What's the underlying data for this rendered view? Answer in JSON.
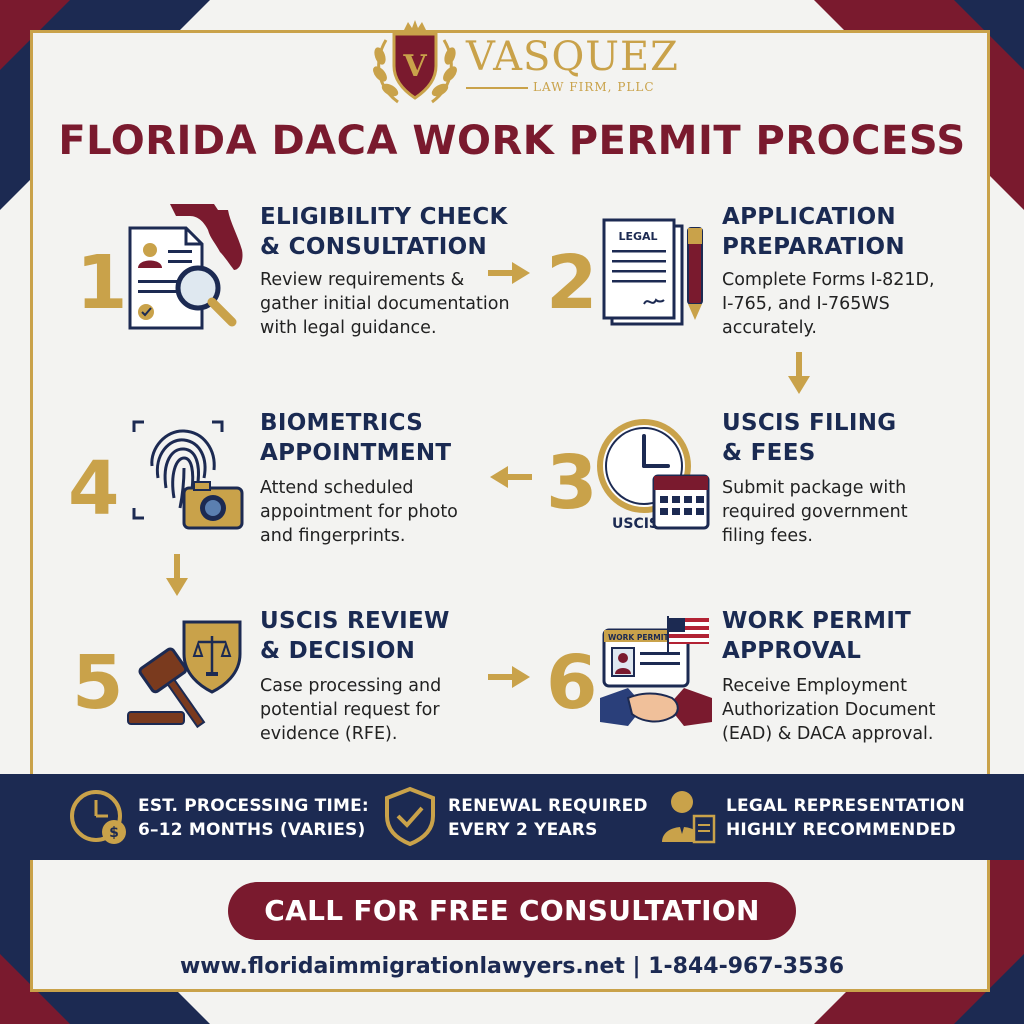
{
  "brand": {
    "name": "VASQUEZ",
    "subtitle": "LAW FIRM, PLLC",
    "logo_letter": "V"
  },
  "title": "FLORIDA DACA WORK PERMIT PROCESS",
  "steps": [
    {
      "number": "1",
      "title": "ELIGIBILITY CHECK\n& CONSULTATION",
      "description": "Review requirements &\ngather initial documentation\nwith legal guidance."
    },
    {
      "number": "2",
      "title": "APPLICATION\nPREPARATION",
      "description": "Complete Forms I-821D,\nI-765, and I-765WS\naccurately.",
      "icon_text": "LEGAL"
    },
    {
      "number": "3",
      "title": "USCIS FILING\n& FEES",
      "description": "Submit package with\nrequired government\nfiling fees.",
      "icon_text": "USCIS"
    },
    {
      "number": "4",
      "title": "BIOMETRICS\nAPPOINTMENT",
      "description": "Attend scheduled\nappointment for photo\nand fingerprints."
    },
    {
      "number": "5",
      "title": "USCIS REVIEW\n& DECISION",
      "description": "Case processing and\npotential request for\nevidence (RFE)."
    },
    {
      "number": "6",
      "title": "WORK PERMIT\nAPPROVAL",
      "description": "Receive Employment\nAuthorization Document\n(EAD) & DACA approval.",
      "icon_text": "WORK PERMIT"
    }
  ],
  "info_band": [
    {
      "text": "EST. PROCESSING TIME:\n6–12 MONTHS (VARIES)",
      "icon": "clock-money-icon"
    },
    {
      "text": "RENEWAL REQUIRED\nEVERY 2 YEARS",
      "icon": "shield-check-icon"
    },
    {
      "text": "LEGAL REPRESENTATION\nHIGHLY RECOMMENDED",
      "icon": "lawyer-document-icon"
    }
  ],
  "cta": "CALL FOR FREE CONSULTATION",
  "footer": "www.floridaimmigrationlawyers.net | 1-844-967-3536",
  "colors": {
    "navy": "#1c2a52",
    "maroon": "#7a1a2e",
    "gold": "#c9a24a",
    "background": "#f3f3f1"
  },
  "icons": [
    "crown-icon",
    "laurel-icon",
    "florida-map-icon",
    "document-magnifier-icon",
    "legal-document-pen-icon",
    "clock-calendar-icon",
    "fingerprint-camera-icon",
    "gavel-scales-shield-icon",
    "work-permit-handshake-icon",
    "arrow-icon"
  ]
}
